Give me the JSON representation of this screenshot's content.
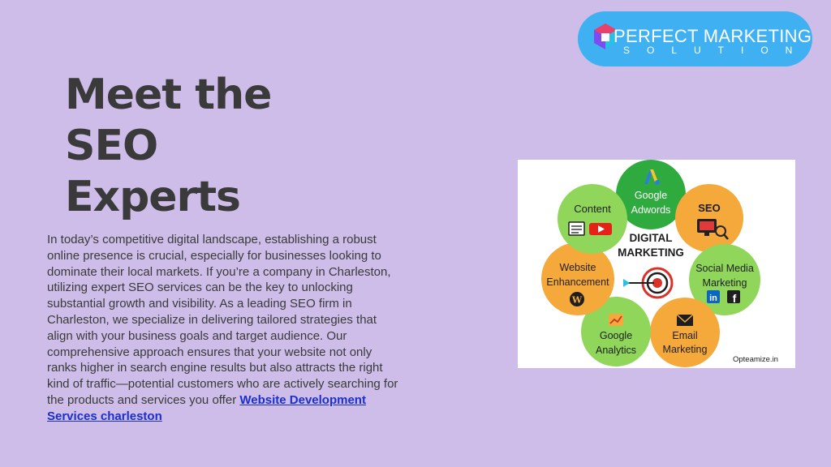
{
  "logo": {
    "title": "PERFECT MARKETING",
    "subtitle": "SOLUTION",
    "colors": {
      "pill": "#3fb1f2",
      "mark_a": "#e8416b",
      "mark_b": "#7a4df0",
      "mark_c": "#29c0e8"
    }
  },
  "headline": {
    "line1": "Meet the",
    "line2": "SEO",
    "line3": "Experts"
  },
  "body": {
    "paragraph": "In today’s competitive digital landscape, establishing a robust online presence is crucial, especially for businesses looking to dominate their local markets. If you’re a company in Charleston, utilizing expert SEO services can be the key to unlocking substantial growth and visibility. As a leading SEO firm in Charleston, we specialize in delivering tailored strategies that align with your business goals and target audience. Our comprehensive approach ensures that your website not only ranks higher in search engine results but also attracts the right kind of traffic—potential customers who are actively searching for the products and services you offer ",
    "link_text": "Website Development Services charleston"
  },
  "infographic": {
    "center_line1": "DIGITAL",
    "center_line2": "MARKETING",
    "credit": "Opteamize.in",
    "circles": {
      "google_adwords": {
        "line1": "Google",
        "line2": "Adwords",
        "color": "#2eaa3f"
      },
      "seo": {
        "line1": "SEO",
        "color": "#f6a93b"
      },
      "social_media": {
        "line1": "Social Media",
        "line2": "Marketing",
        "color": "#8fd65a"
      },
      "email": {
        "line1": "Email",
        "line2": "Marketing",
        "color": "#f6a93b"
      },
      "analytics": {
        "line1": "Google",
        "line2": "Analytics",
        "color": "#8fd65a"
      },
      "website": {
        "line1": "Website",
        "line2": "Enhancement",
        "color": "#f6a93b"
      },
      "content": {
        "line1": "Content",
        "color": "#8fd65a"
      }
    },
    "icons": [
      "adwords-icon",
      "seo-monitor-icon",
      "linkedin-icon",
      "facebook-icon",
      "email-icon",
      "analytics-icon",
      "wordpress-icon",
      "content-icon",
      "youtube-icon",
      "target-icon"
    ]
  }
}
